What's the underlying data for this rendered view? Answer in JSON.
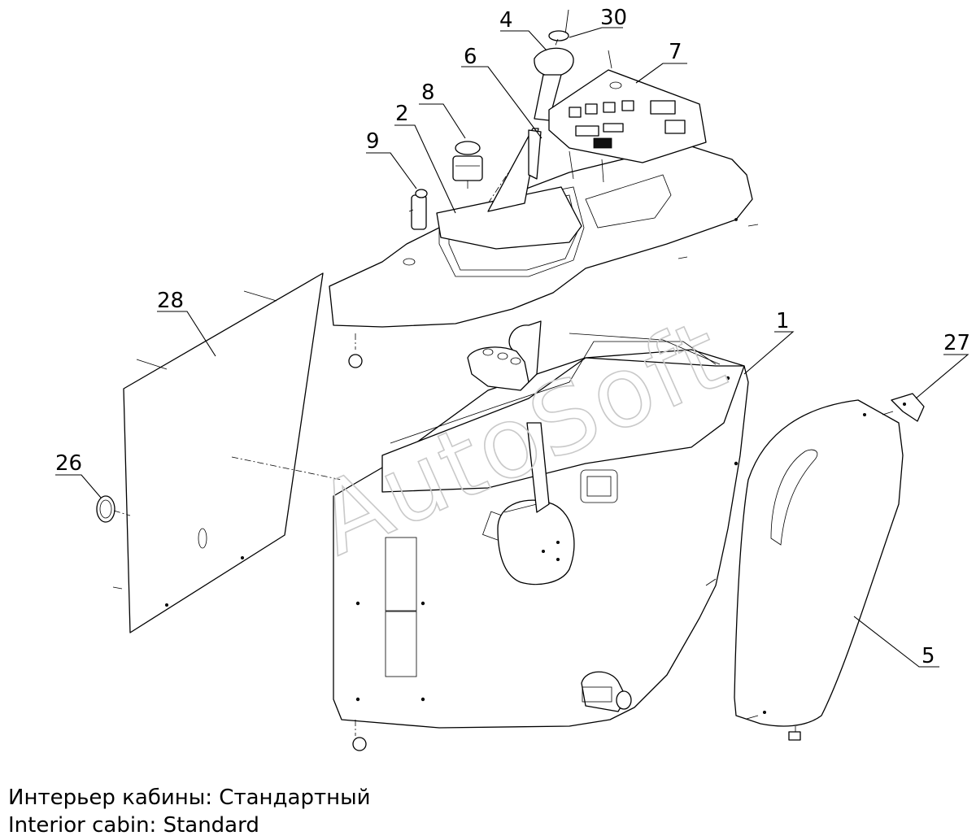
{
  "callouts": [
    {
      "id": "c1",
      "label": "1"
    },
    {
      "id": "c2",
      "label": "2"
    },
    {
      "id": "c4",
      "label": "4"
    },
    {
      "id": "c5",
      "label": "5"
    },
    {
      "id": "c6",
      "label": "6"
    },
    {
      "id": "c7",
      "label": "7"
    },
    {
      "id": "c8",
      "label": "8"
    },
    {
      "id": "c9",
      "label": "9"
    },
    {
      "id": "c26",
      "label": "26"
    },
    {
      "id": "c27",
      "label": "27"
    },
    {
      "id": "c28",
      "label": "28"
    },
    {
      "id": "c30",
      "label": "30"
    }
  ],
  "watermark": "AutoSoft",
  "caption": {
    "ru": "Интерьер кабины: Стандартный",
    "en": "Interior cabin: Standard"
  }
}
